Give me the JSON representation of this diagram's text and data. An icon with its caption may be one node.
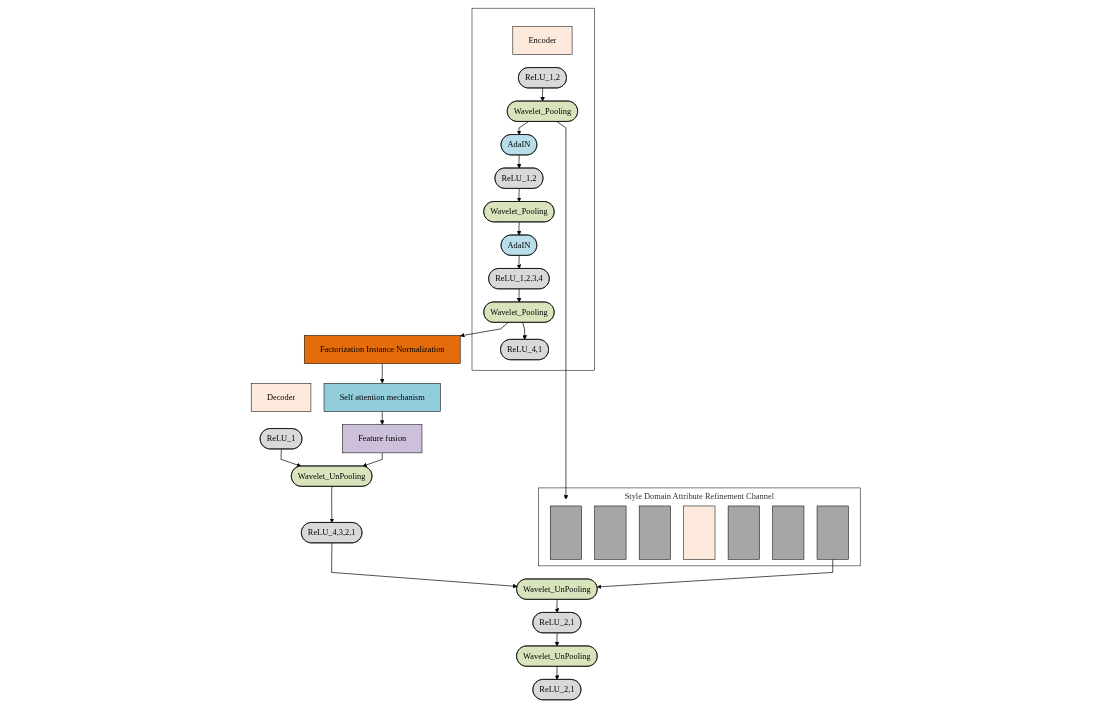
{
  "diagram": {
    "nodes": [
      {
        "text": [],
        "shape": "box"
      },
      {
        "text": [
          "Encoder"
        ],
        "in": 0
      },
      {
        "text": [
          "ReLU_1,2"
        ],
        "in": 0
      },
      {
        "text": [
          "Wavelet_Pooling"
        ],
        "in": 0
      },
      {
        "text": [
          "AdaIN"
        ],
        "in": 0
      },
      {
        "text": [
          "ReLU_1,2"
        ],
        "in": 0
      },
      {
        "text": [
          "Wavelet_Pooling"
        ],
        "in": 0
      },
      {
        "text": [
          "AdaIN"
        ],
        "in": 0
      },
      {
        "text": [
          "ReLU_1,2,3,4"
        ],
        "in": 0
      },
      {
        "text": [
          "Wavelet_Pooling"
        ],
        "in": 0
      },
      {
        "text": [
          "ReLU_4,1"
        ],
        "in": 0
      },
      {
        "text": [],
        "shape": "box",
        "beside": [
          "Style Domain Attribute Refinement Channel"
        ]
      },
      {
        "text": [],
        "shape": "bar",
        "in": 11
      },
      {
        "text": [],
        "shape": "bar",
        "in": 11
      },
      {
        "text": [],
        "shape": "bar",
        "in": 11
      },
      {
        "text": [],
        "shape": "bar",
        "in": 11
      },
      {
        "text": [],
        "shape": "bar",
        "in": 11
      },
      {
        "text": [],
        "shape": "bar",
        "in": 11
      },
      {
        "text": [],
        "shape": "bar",
        "in": 11
      },
      {
        "text": [
          "Factorization Instance Normalization"
        ]
      },
      {
        "text": [
          "Self attention mechanism"
        ]
      },
      {
        "text": [
          "Feature fusion"
        ]
      },
      {
        "text": [
          "Decoder"
        ]
      },
      {
        "text": [
          "ReLU_1"
        ]
      },
      {
        "text": [
          "Wavelet_UnPooling"
        ]
      },
      {
        "text": [
          "ReLU_4,3,2,1"
        ]
      },
      {
        "text": [
          "Wavelet_UnPooling"
        ]
      },
      {
        "text": [
          "ReLU_2,1"
        ]
      },
      {
        "text": [
          "Wavelet_UnPooling"
        ]
      },
      {
        "text": [
          "ReLU_2,1"
        ]
      }
    ],
    "edges": [
      {
        "from": 2,
        "to": 3,
        "arrow": "to"
      },
      {
        "from": 3,
        "to": 4,
        "arrow": "to"
      },
      {
        "from": 4,
        "to": 5,
        "arrow": "to"
      },
      {
        "from": 5,
        "to": 6,
        "arrow": "to"
      },
      {
        "from": 6,
        "to": 7,
        "arrow": "to"
      },
      {
        "from": 7,
        "to": 8,
        "arrow": "to"
      },
      {
        "from": 8,
        "to": 9,
        "arrow": "to"
      },
      {
        "from": 9,
        "to": 10,
        "arrow": "to"
      },
      {
        "from": 3,
        "to": 11,
        "arrow": "to"
      },
      {
        "from": 9,
        "to": 19,
        "arrow": "to"
      },
      {
        "from": 19,
        "to": 20,
        "arrow": "to"
      },
      {
        "from": 20,
        "to": 21,
        "arrow": "to"
      },
      {
        "from": 21,
        "to": 24,
        "arrow": "to"
      },
      {
        "from": 18,
        "to": 26,
        "arrow": "to"
      },
      {
        "from": 23,
        "to": 24,
        "arrow": "to"
      },
      {
        "from": 24,
        "to": 25,
        "arrow": "to"
      },
      {
        "from": 25,
        "to": 26,
        "arrow": "to"
      },
      {
        "from": 26,
        "to": 27,
        "arrow": "to"
      },
      {
        "from": 27,
        "to": 28,
        "arrow": "to"
      },
      {
        "from": 28,
        "to": 29,
        "arrow": "to"
      }
    ]
  }
}
